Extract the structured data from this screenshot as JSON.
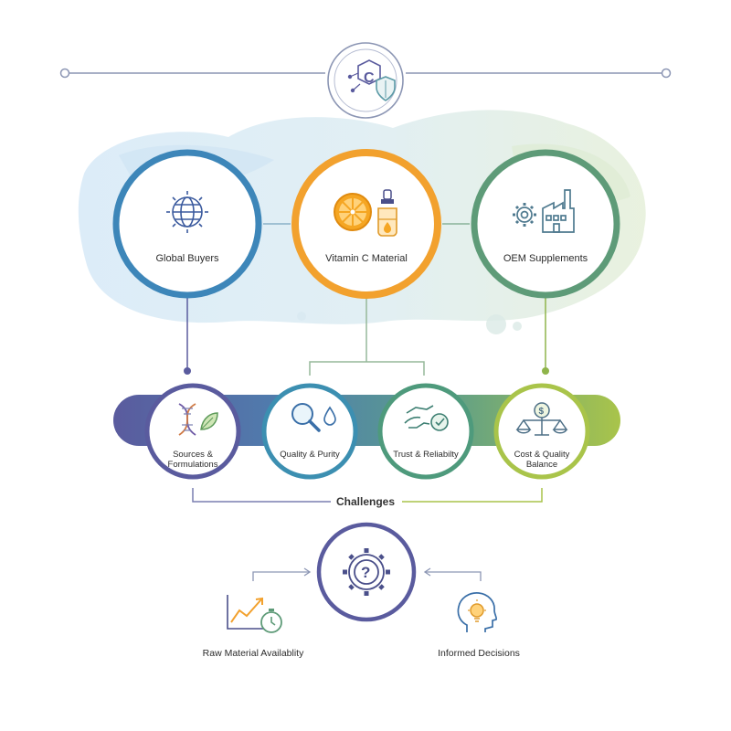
{
  "top_nodes": [
    {
      "label": "Global Buyers",
      "icon": "globe-icon",
      "color": "#3d86b9"
    },
    {
      "label": "Vitamin C Material",
      "icon": "orange-and-dropper-bottle-icon",
      "color": "#f2a12e"
    },
    {
      "label": "OEM Supplements",
      "icon": "gear-and-factory-icon",
      "color": "#5e9b78"
    }
  ],
  "challenges_heading": "Challenges",
  "challenges": [
    {
      "label": "Sources & Formulations",
      "icon": "dna-and-leaf-icon",
      "color": "#5a5b9e"
    },
    {
      "label": "Quality & Purity",
      "icon": "magnifier-and-droplet-icon",
      "color": "#3c8fb1"
    },
    {
      "label": "Trust & Reliabilty",
      "icon": "handshake-check-icon",
      "color": "#4e9a7c"
    },
    {
      "label": "Cost & Quality Balance",
      "icon": "balance-scale-dollar-icon",
      "color": "#8fb44a"
    }
  ],
  "bottom_nodes": [
    {
      "label": "Raw Material Availablity",
      "icon": "trend-chart-stopwatch-icon"
    },
    {
      "label": "Informed Decisions",
      "icon": "head-lightbulb-icon"
    }
  ],
  "center_icon": "gear-question-icon",
  "top_icon": "vitamin-c-shield-icon",
  "colors": {
    "purple": "#5a5b9e",
    "blue": "#3d86b9",
    "orange": "#f2a12e",
    "green": "#5e9b78",
    "lime": "#a9c44a",
    "line_gray": "#8c96b4"
  }
}
